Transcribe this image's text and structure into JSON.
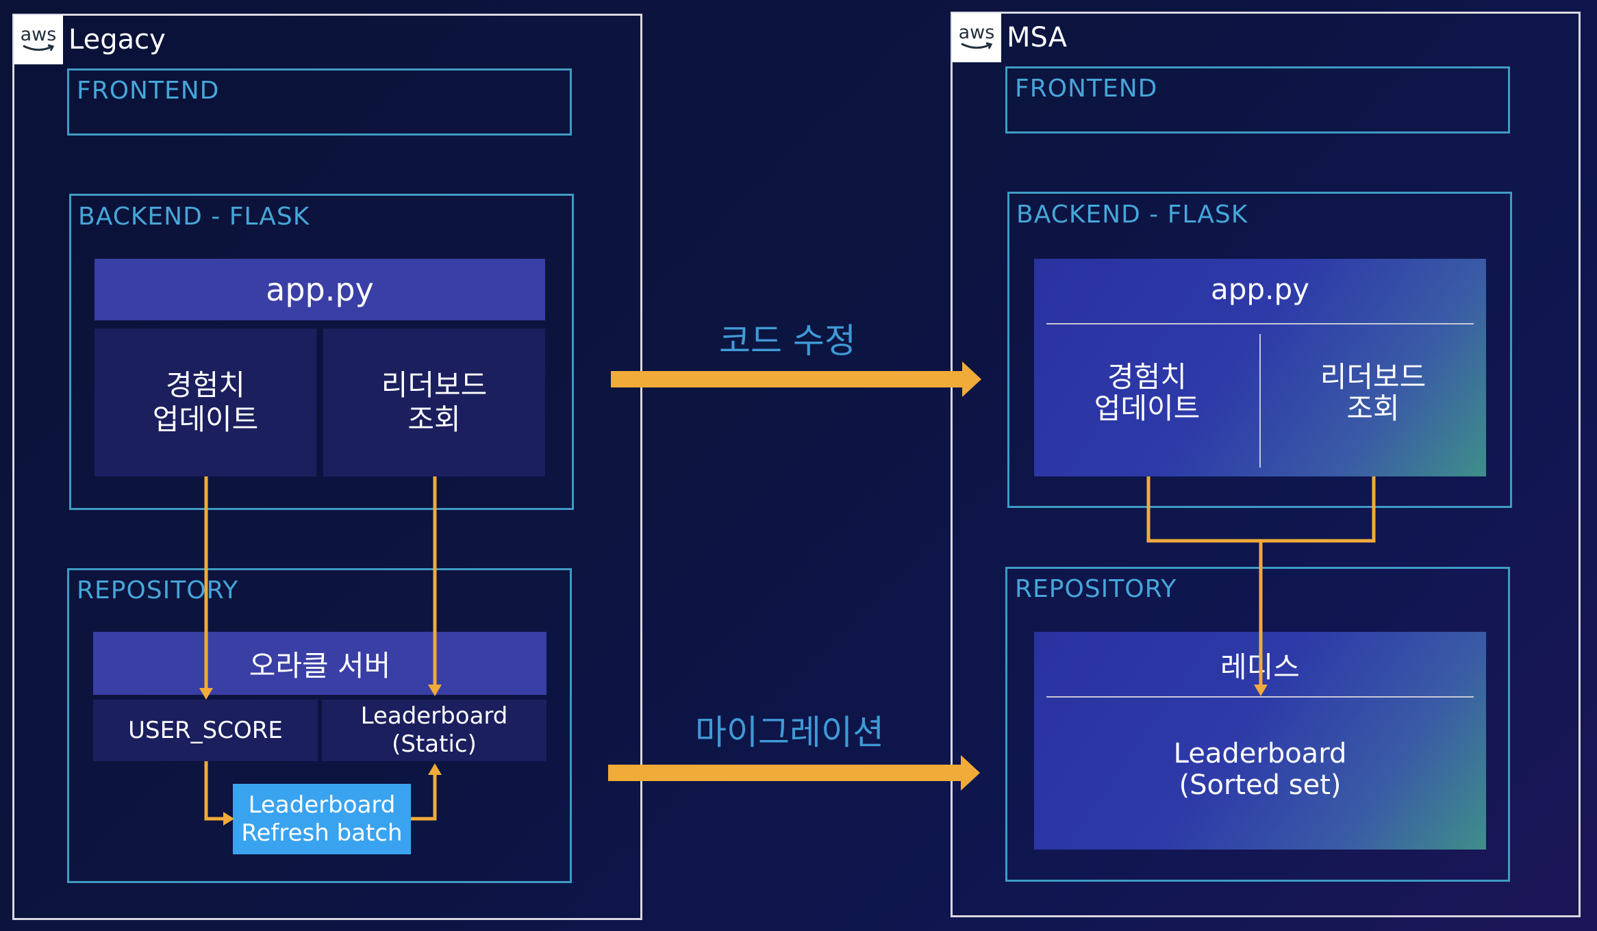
{
  "colors": {
    "arrow": "#f1ab38",
    "section_border": "#3f9cc4",
    "label_blue": "#46a6d8",
    "panel_border": "#d8d8e0"
  },
  "legacy": {
    "logo_text": "aws",
    "title": "Legacy",
    "frontend_label": "FRONTEND",
    "backend_label": "BACKEND - FLASK",
    "app_label": "app.py",
    "exp_update": "경험치\n업데이트",
    "leaderboard_query": "리더보드\n조회",
    "repository_label": "REPOSITORY",
    "oracle_server": "오라클 서버",
    "user_score": "USER_SCORE",
    "leaderboard_static": "Leaderboard\n(Static)",
    "refresh_batch": "Leaderboard\nRefresh batch"
  },
  "transition": {
    "code_change": "코드 수정",
    "migration": "마이그레이션"
  },
  "msa": {
    "logo_text": "aws",
    "title": "MSA",
    "frontend_label": "FRONTEND",
    "backend_label": "BACKEND - FLASK",
    "app_label": "app.py",
    "exp_update": "경험치\n업데이트",
    "leaderboard_query": "리더보드\n조회",
    "repository_label": "REPOSITORY",
    "redis": "레디스",
    "leaderboard_sorted": "Leaderboard\n(Sorted set)"
  }
}
